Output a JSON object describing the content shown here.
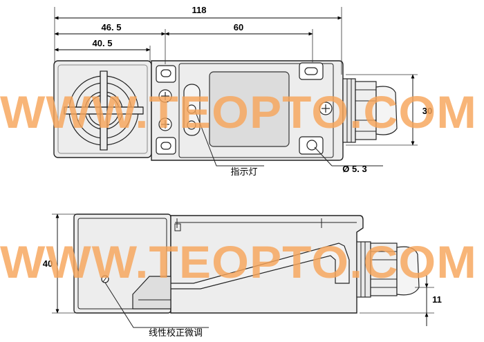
{
  "dimensions": {
    "overall_length": "118",
    "head_offset": "46. 5",
    "hole_spacing": "60",
    "head_width": "40. 5",
    "body_width": "30",
    "hole_diameter": "Ø 5. 3",
    "height": "40",
    "cable_height": "11"
  },
  "callouts": {
    "indicator_lamp": "指示灯",
    "fine_tuning": "线性校正微调"
  },
  "watermark": {
    "top": "WWW.TEOPTO.COM",
    "bottom": "WWW.TEOPTO.COM"
  },
  "colors": {
    "watermark": "#f6a55a",
    "body": "#ededed",
    "line": "#222222"
  }
}
